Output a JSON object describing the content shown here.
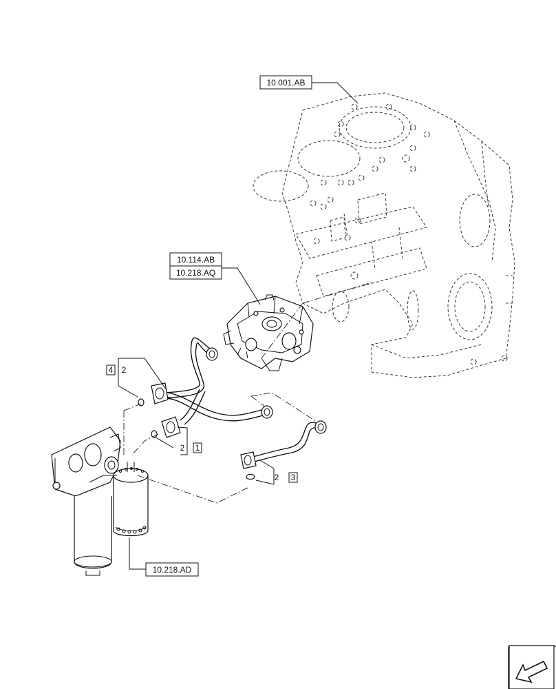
{
  "references": {
    "engine_block": "10.001.AB",
    "pump_ref_1": "10.114.AB",
    "pump_ref_2": "10.218.AQ",
    "filter_ref": "10.218.AD"
  },
  "callouts": {
    "group_4": {
      "item": "2",
      "box": "4"
    },
    "group_1": {
      "item": "2",
      "box": "1"
    },
    "group_3": {
      "item": "2",
      "box": "3"
    }
  },
  "icons": {
    "navigation": "arrow-left-down-icon"
  }
}
